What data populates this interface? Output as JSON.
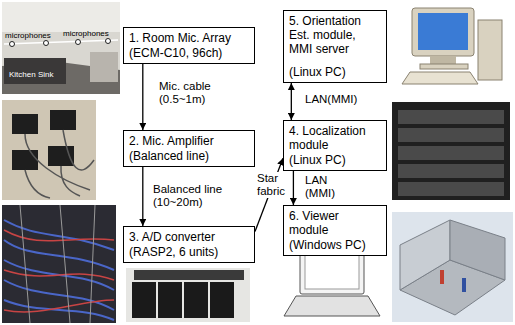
{
  "diagram": {
    "nodes": [
      {
        "text": [
          "1. Room Mic. Array",
          "(ECM-C10, 96ch)"
        ]
      },
      {
        "text": [
          "2. Mic. Amplifier",
          "(Balanced line)"
        ]
      },
      {
        "text": [
          "3. A/D converter",
          "(RASP2, 6 units)"
        ]
      },
      {
        "text": [
          "4. Localization module",
          "(Linux PC)"
        ]
      },
      {
        "text": [
          "5. Orientation Est. module, MMI server",
          "(Linux PC)"
        ]
      },
      {
        "text": [
          "6. Viewer module",
          "(Windows PC)"
        ]
      }
    ],
    "edges": [
      {
        "from": 0,
        "to": 1,
        "arrow": "to",
        "label": "Mic. cable (0.5~1m)"
      },
      {
        "from": 1,
        "to": 2,
        "arrow": "to",
        "label": "Balanced line (10~20m)"
      },
      {
        "from": 2,
        "to": 3,
        "arrow": "to",
        "label": "Star fabric"
      },
      {
        "from": 4,
        "to": 3,
        "arrow": "both",
        "label": "LAN(MMI)"
      },
      {
        "from": 3,
        "to": 5,
        "arrow": "to",
        "label": "LAN (MMI)"
      }
    ],
    "labels": [
      "microphones",
      "microphones",
      "Kitchen Sink"
    ]
  }
}
